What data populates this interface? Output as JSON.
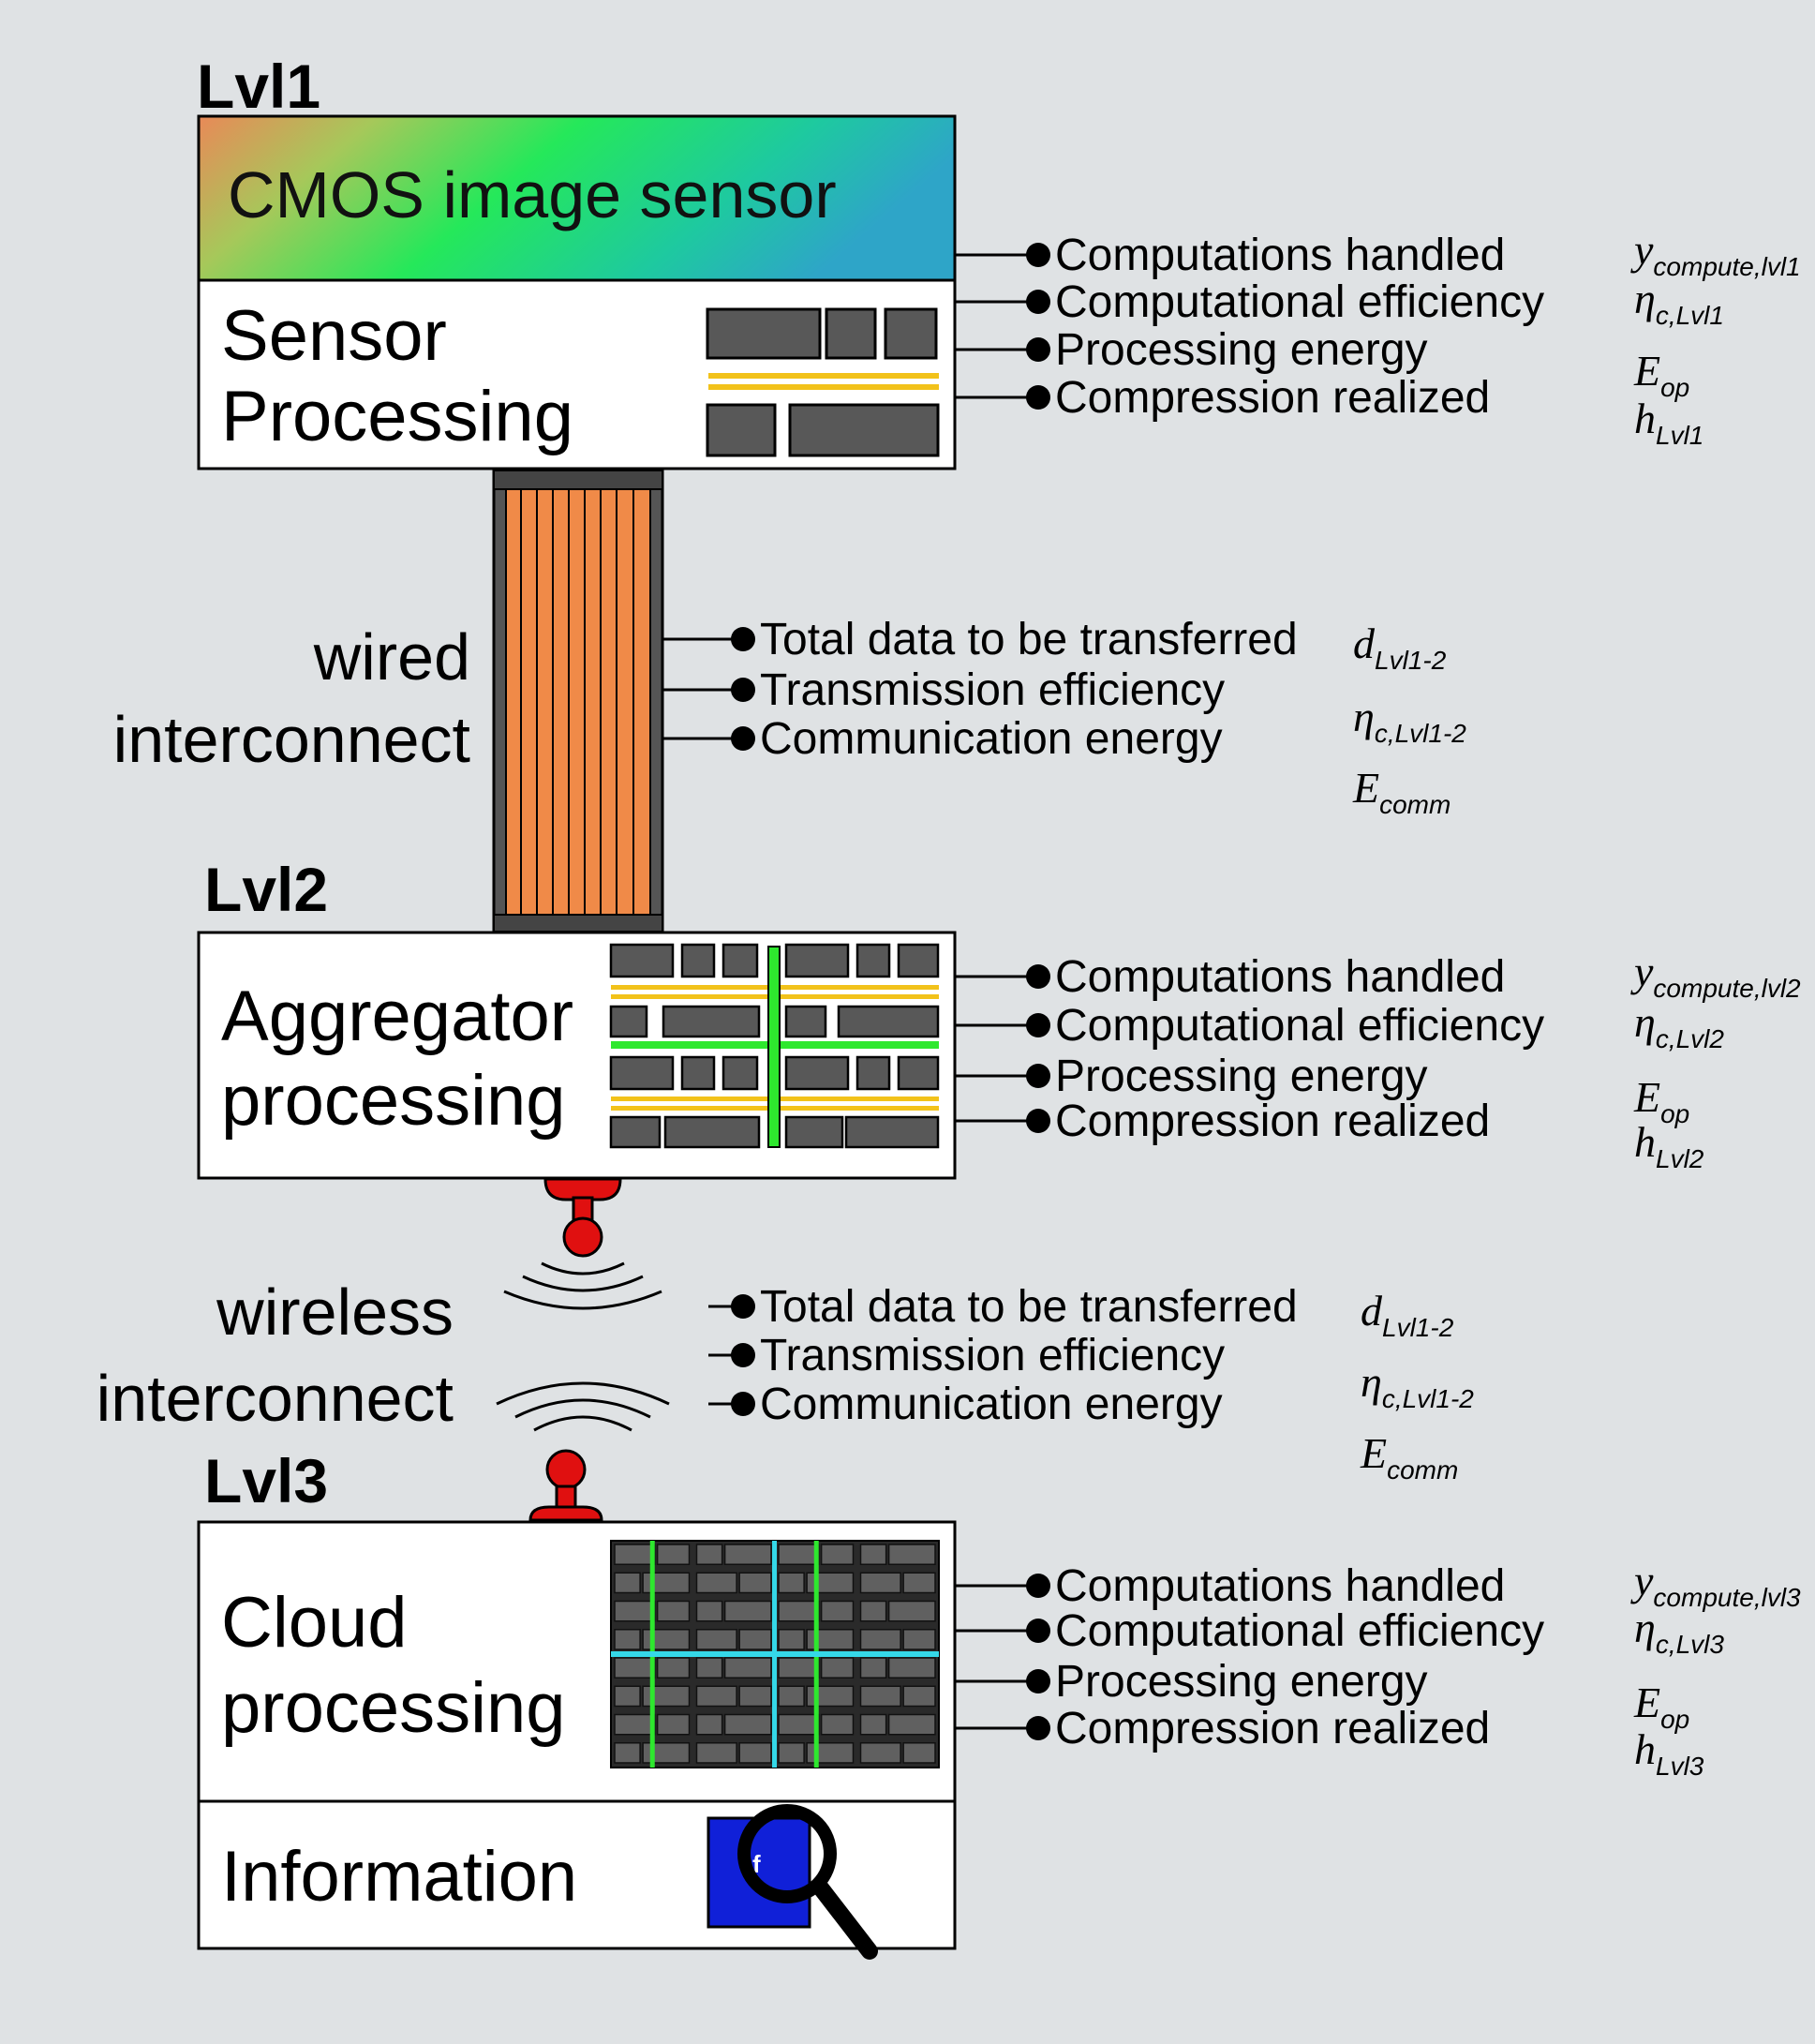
{
  "levels": [
    {
      "title": "Lvl1",
      "cmos_label": "CMOS image sensor",
      "box_lines": [
        "Sensor",
        "Processing"
      ],
      "metrics": [
        {
          "label": "Computations handled",
          "sym": "y",
          "sub": "compute,lvl1"
        },
        {
          "label": "Computational efficiency",
          "sym": "η",
          "sub": "c,Lvl1"
        },
        {
          "label": "Processing energy",
          "sym": "E",
          "sub": "op"
        },
        {
          "label": "Compression realized",
          "sym": "h",
          "sub": "Lvl1"
        }
      ]
    },
    {
      "title": "Lvl2",
      "box_lines": [
        "Aggregator",
        "processing"
      ],
      "metrics": [
        {
          "label": "Computations handled",
          "sym": "y",
          "sub": "compute,lvl2"
        },
        {
          "label": "Computational efficiency",
          "sym": "η",
          "sub": "c,Lvl2"
        },
        {
          "label": "Processing energy",
          "sym": "E",
          "sub": "op"
        },
        {
          "label": "Compression realized",
          "sym": "h",
          "sub": "Lvl2"
        }
      ]
    },
    {
      "title": "Lvl3",
      "box_lines": [
        "Cloud",
        "processing"
      ],
      "info_label": "Information",
      "metrics": [
        {
          "label": "Computations handled",
          "sym": "y",
          "sub": "compute,lvl3"
        },
        {
          "label": "Computational efficiency",
          "sym": "η",
          "sub": "c,Lvl3"
        },
        {
          "label": "Processing energy",
          "sym": "E",
          "sub": "op"
        },
        {
          "label": "Compression realized",
          "sym": "h",
          "sub": "Lvl3"
        }
      ]
    }
  ],
  "interconnects": [
    {
      "label_lines": [
        "wired",
        "interconnect"
      ],
      "metrics": [
        {
          "label": "Total data to be transferred",
          "sym": "d",
          "sub": "Lvl1-2"
        },
        {
          "label": "Transmission efficiency",
          "sym": "η",
          "sub": "c,Lvl1-2"
        },
        {
          "label": "Communication energy",
          "sym": "E",
          "sub": "comm"
        }
      ]
    },
    {
      "label_lines": [
        "wireless",
        "interconnect"
      ],
      "metrics": [
        {
          "label": "Total data to be transferred",
          "sym": "d",
          "sub": "Lvl1-2"
        },
        {
          "label": "Transmission efficiency",
          "sym": "η",
          "sub": "c,Lvl1-2"
        },
        {
          "label": "Communication energy",
          "sym": "E",
          "sub": "comm"
        }
      ]
    }
  ],
  "colors": {
    "background": "#dfe2e4",
    "cable": "#f08a48",
    "chip_block": "#585858",
    "bus_yellow": "#f2c21a",
    "bus_green": "#2ee82e",
    "bus_cyan": "#35d8e8",
    "antenna": "#e01010",
    "app_icon": "#1020d8"
  }
}
